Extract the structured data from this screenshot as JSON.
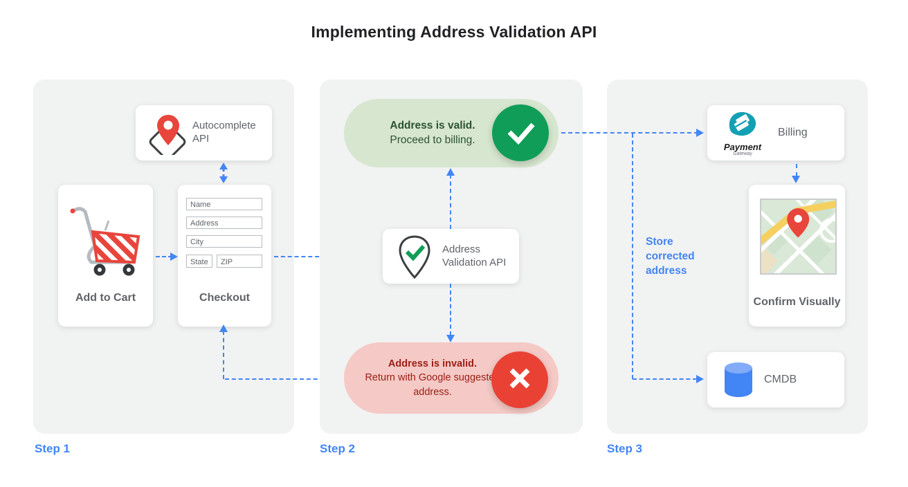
{
  "title": "Implementing Address Validation API",
  "colors": {
    "accent_blue": "#4285F4",
    "success_green": "#0F9D58",
    "error_red": "#E94235",
    "valid_pill_bg": "#D7E6CF",
    "invalid_pill_bg": "#F5C9C5",
    "valid_text": "#2B5133",
    "invalid_text": "#9A1E15",
    "panel_bg": "#F1F2F2",
    "gray_text": "#5F6368",
    "logo_teal": "#13A0B4"
  },
  "icons": {
    "autocomplete": "map-pin-on-diamond-icon",
    "cart": "shopping-cart-icon",
    "validation": "pin-with-check-icon",
    "valid": "check-icon",
    "invalid": "cross-icon",
    "billing": "payment-gateway-logo",
    "confirm": "map-thumbnail",
    "cmdb": "database-cylinder-icon"
  },
  "steps": {
    "step1": {
      "label": "Step 1",
      "autocomplete": {
        "label": "Autocomplete API"
      },
      "add_to_cart": {
        "label": "Add to Cart"
      },
      "checkout": {
        "label": "Checkout",
        "fields": {
          "name": "Name",
          "address": "Address",
          "city": "City",
          "state": "State",
          "zip": "ZIP"
        }
      }
    },
    "step2": {
      "label": "Step 2",
      "valid": {
        "title": "Address is valid.",
        "subtitle": "Proceed to billing."
      },
      "validation_api": {
        "label": "Address Validation API"
      },
      "invalid": {
        "title": "Address is invalid.",
        "subtitle": "Return with Google suggested address."
      }
    },
    "step3": {
      "label": "Step 3",
      "billing": {
        "label": "Billing",
        "logo_title": "Payment",
        "logo_subtitle": "Gateway"
      },
      "store_note": "Store corrected address",
      "confirm": {
        "label": "Confirm Visually"
      },
      "cmdb": {
        "label": "CMDB"
      }
    }
  }
}
